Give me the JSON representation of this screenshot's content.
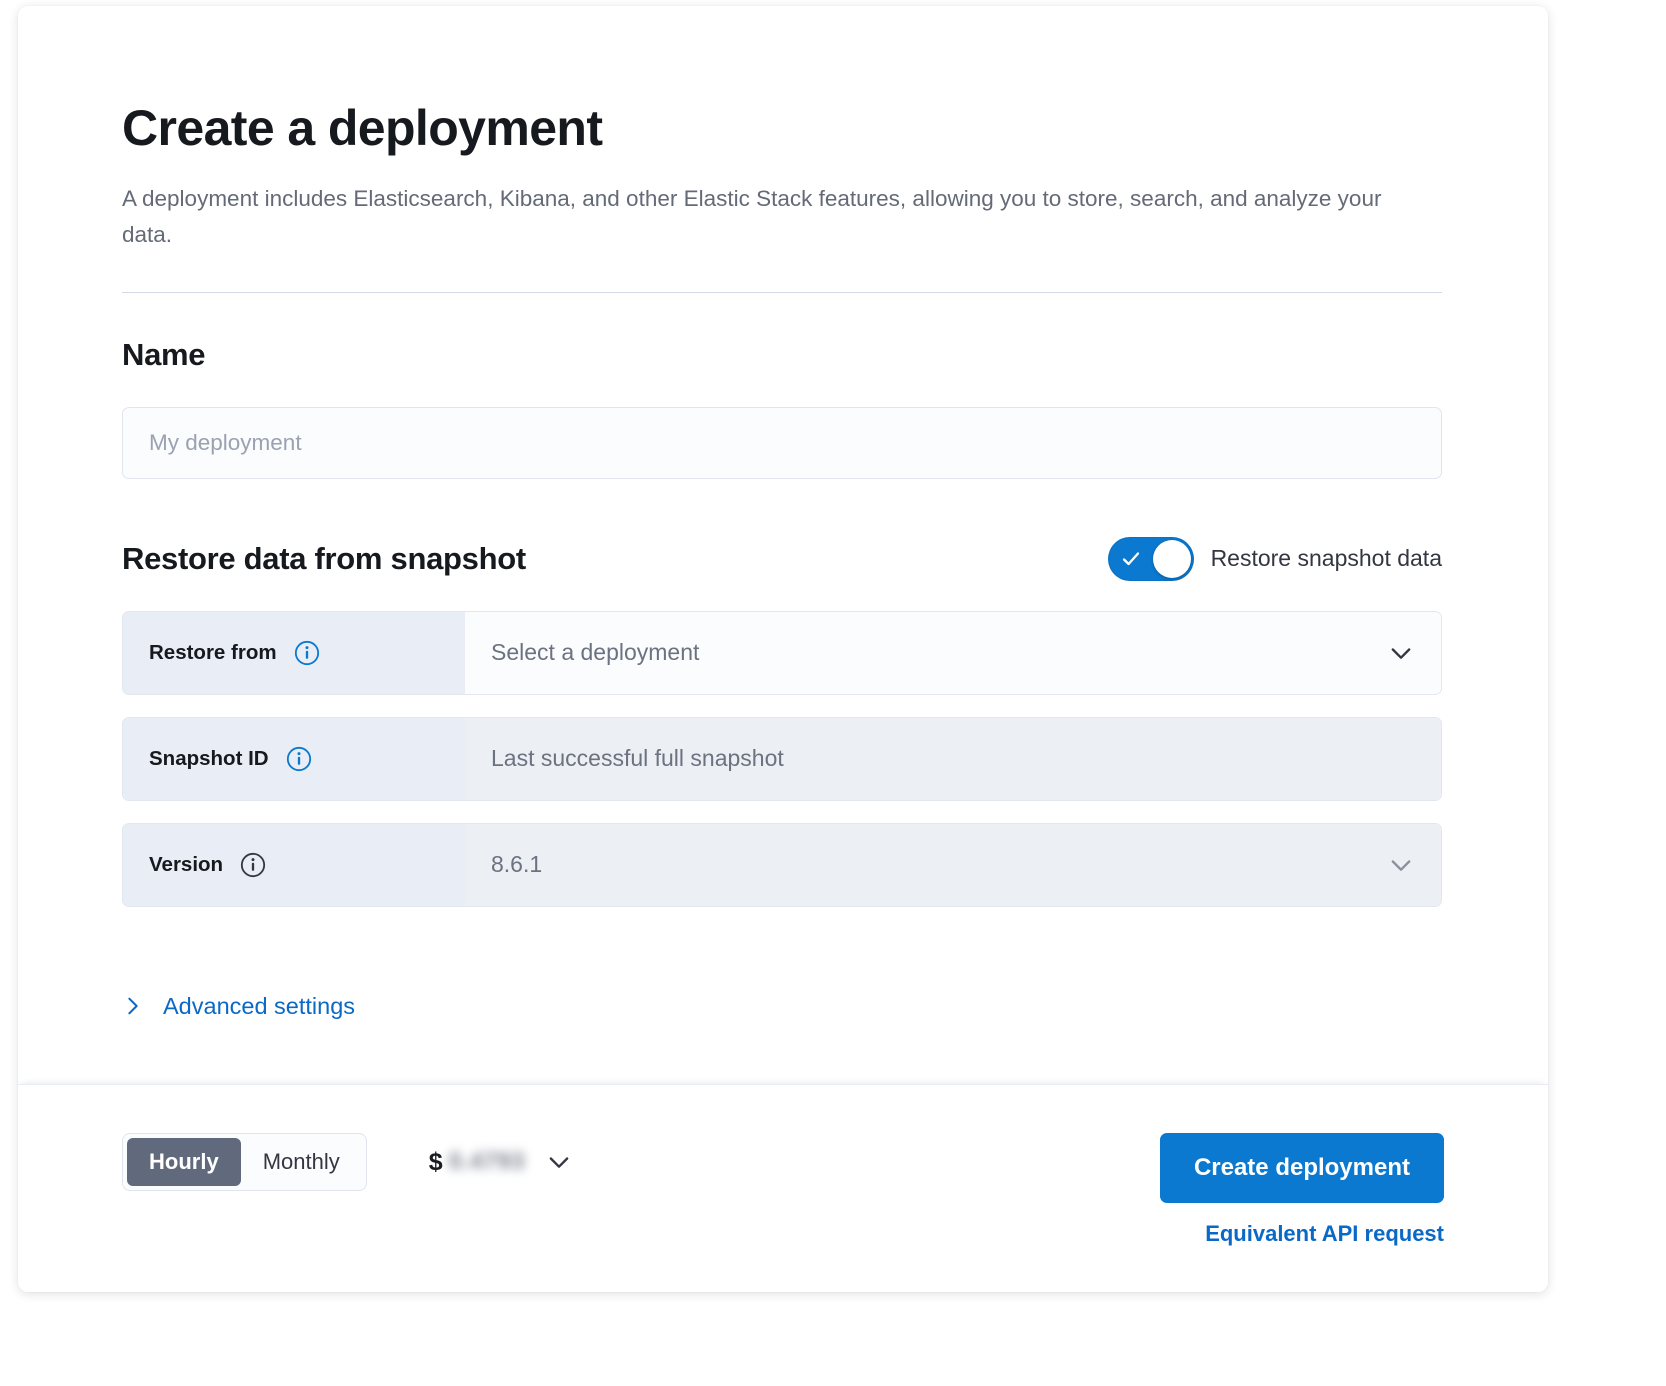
{
  "header": {
    "title": "Create a deployment",
    "description": "A deployment includes Elasticsearch, Kibana, and other Elastic Stack features, allowing you to store, search, and analyze your data."
  },
  "name_section": {
    "heading": "Name",
    "input_placeholder": "My deployment",
    "input_value": ""
  },
  "restore_section": {
    "heading": "Restore data from snapshot",
    "toggle_label": "Restore snapshot data",
    "toggle_on": true,
    "rows": [
      {
        "label": "Restore from",
        "value": "Select a deployment",
        "has_info_icon": true,
        "info_icon": "info-circle-icon",
        "control": "dropdown",
        "disabled": false
      },
      {
        "label": "Snapshot ID",
        "value": "Last successful full snapshot",
        "has_info_icon": true,
        "info_icon": "info-circle-icon",
        "control": "text",
        "disabled": true
      },
      {
        "label": "Version",
        "value": "8.6.1",
        "has_info_icon": true,
        "info_icon": "info-circle-icon",
        "control": "dropdown",
        "disabled": true
      }
    ],
    "advanced_settings_label": "Advanced settings",
    "advanced_settings_icon": "chevron-right-icon"
  },
  "footer": {
    "billing_options": [
      "Hourly",
      "Monthly"
    ],
    "billing_selected": "Hourly",
    "price_currency": "$",
    "price_amount": "0.4793",
    "price_chevron_icon": "chevron-down-icon",
    "create_button_label": "Create deployment",
    "api_request_link": "Equivalent API request"
  },
  "colors": {
    "accent_blue": "#0b79d0",
    "link_blue": "#0b69c6",
    "text_dark": "#16191d",
    "text_muted": "#646a77",
    "label_bg": "#e9edf5",
    "field_bg": "#fbfcfe",
    "field_bg_disabled": "#eceff4",
    "segment_active_bg": "#616a7d"
  }
}
